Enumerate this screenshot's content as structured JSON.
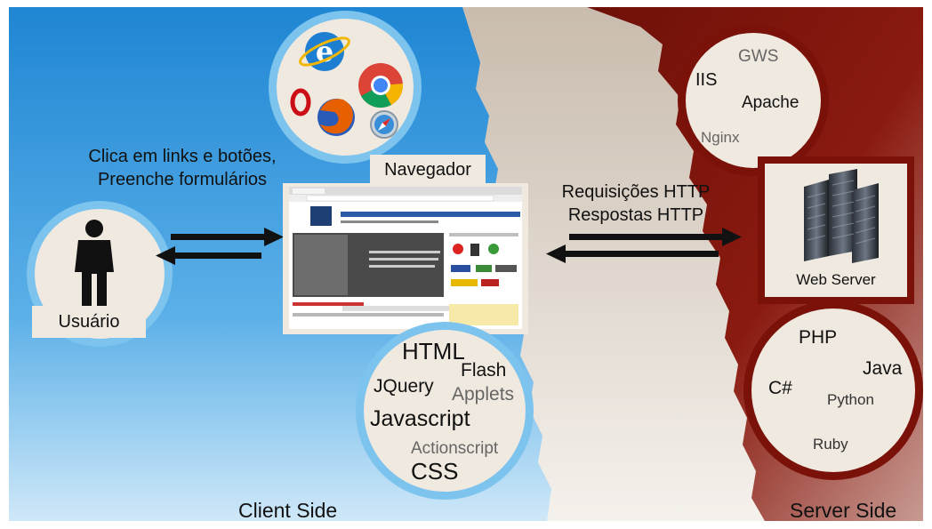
{
  "client": {
    "side_label": "Client Side",
    "user_label": "Usuário",
    "user_actions": [
      "Clica em links e botões,",
      "Preenche formulários"
    ],
    "browser_label": "Navegador",
    "browser_icons": [
      "internet-explorer-icon",
      "chrome-icon",
      "opera-icon",
      "firefox-icon",
      "safari-icon"
    ],
    "technologies": [
      "HTML",
      "Flash",
      "JQuery",
      "Applets",
      "Javascript",
      "Actionscript",
      "CSS"
    ]
  },
  "server": {
    "side_label": "Server Side",
    "web_server_label": "Web Server",
    "server_software": [
      "GWS",
      "IIS",
      "Apache",
      "Nginx"
    ],
    "languages": [
      "PHP",
      "Java",
      "C#",
      "Python",
      "Ruby"
    ]
  },
  "communication": {
    "lines": [
      "Requisições HTTP",
      "Respostas HTTP"
    ]
  },
  "colors": {
    "client_blue": "#2f8fd6",
    "server_red": "#7a120a",
    "circle_fill": "#efe9df",
    "client_border": "#7cc3ee"
  }
}
